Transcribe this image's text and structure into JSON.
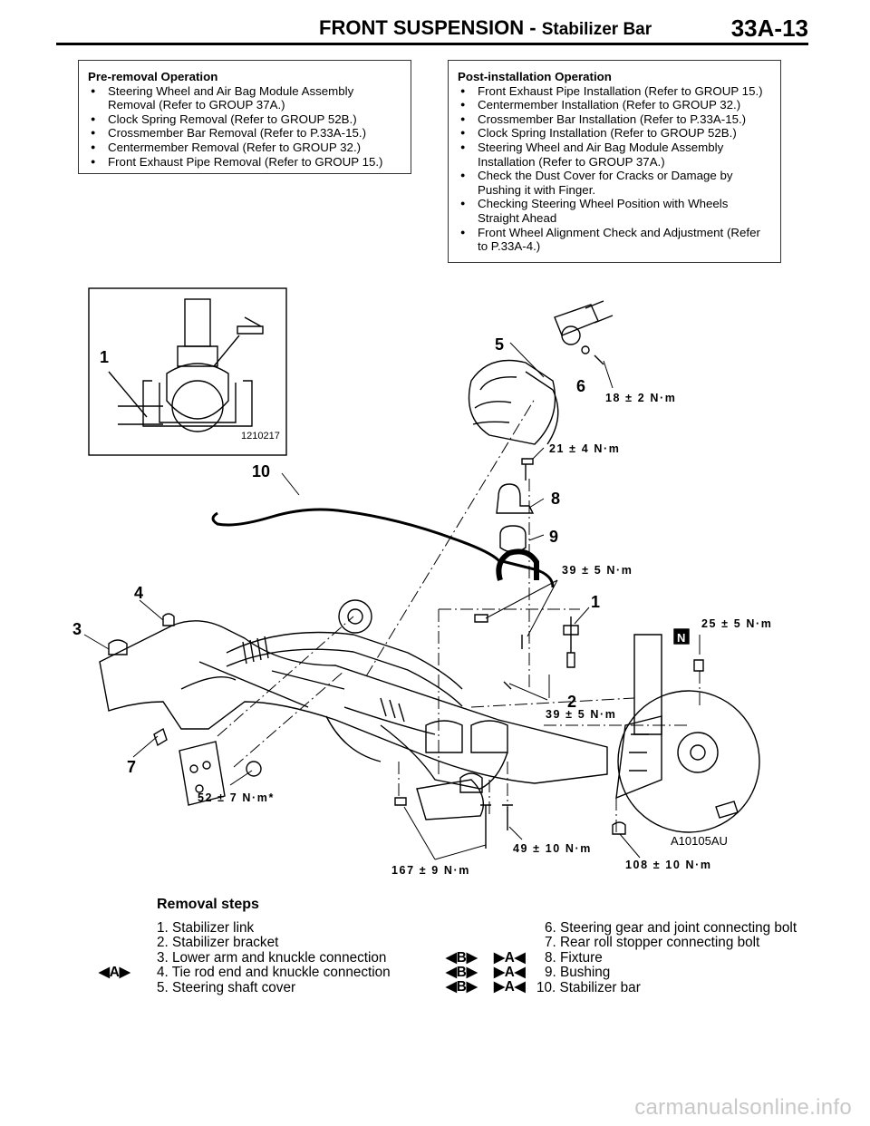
{
  "header": {
    "section": "FRONT SUSPENSION -",
    "subsection": "Stabilizer Bar",
    "page": "33A-13"
  },
  "pre_removal": {
    "title": "Pre-removal Operation",
    "items": [
      "Steering Wheel and Air Bag Module Assembly Removal (Refer to GROUP 37A.)",
      "Clock Spring Removal (Refer to GROUP 52B.)",
      "Crossmember Bar Removal (Refer to P.33A-15.)",
      "Centermember Removal (Refer to GROUP 32.)",
      "Front Exhaust Pipe Removal (Refer to GROUP 15.)"
    ]
  },
  "post_installation": {
    "title": "Post-installation Operation",
    "items": [
      "Front Exhaust Pipe Installation (Refer to GROUP 15.)",
      "Centermember Installation (Refer to GROUP 32.)",
      "Crossmember Bar Installation (Refer to P.33A-15.)",
      "Clock Spring Installation (Refer to GROUP 52B.)",
      "Steering Wheel and Air Bag Module Assembly Installation (Refer to GROUP 37A.)",
      "Check the Dust Cover for Cracks or Damage by Pushing it with Finger.",
      "Checking Steering Wheel Position with Wheels Straight Ahead",
      "Front Wheel Alignment Check and Adjustment (Refer to P.33A-4.)"
    ]
  },
  "diagram": {
    "inset_code": "1210217",
    "figure_code": "A10105AU",
    "callouts": {
      "c1_inset": "1",
      "c5": "5",
      "c6": "6",
      "c10": "10",
      "c8": "8",
      "c9": "9",
      "c4": "4",
      "c3": "3",
      "c1": "1",
      "c2": "2",
      "c7": "7",
      "cN": "N"
    },
    "torques": {
      "t18": "18 ± 2 N·m",
      "t21": "21 ± 4 N·m",
      "t39a": "39 ± 5 N·m",
      "t25": "25 ± 5 N·m",
      "t39b": "39 ± 5 N·m",
      "t52": "52 ± 7 N·m*",
      "t49": "49 ± 10 N·m",
      "t167": "167 ± 9 N·m",
      "t108": "108 ± 10 N·m"
    }
  },
  "removal_steps": {
    "title": "Removal steps",
    "left": [
      "1. Stabilizer link",
      "2. Stabilizer bracket",
      "3. Lower arm and knuckle connection",
      "4. Tie rod end and knuckle connection",
      "5. Steering shaft cover"
    ],
    "right": [
      "6. Steering gear and joint connecting bolt",
      "7. Rear roll stopper connecting bolt",
      "8. Fixture",
      "9. Bushing",
      "10. Stabilizer bar"
    ],
    "marks": {
      "m4": "◀A▶",
      "m8b": "◀B▶",
      "m8a": "▶A◀",
      "m9b": "◀B▶",
      "m9a": "▶A◀",
      "m10b": "◀B▶",
      "m10a": "▶A◀"
    }
  },
  "watermark": "carmanualsonline.info"
}
